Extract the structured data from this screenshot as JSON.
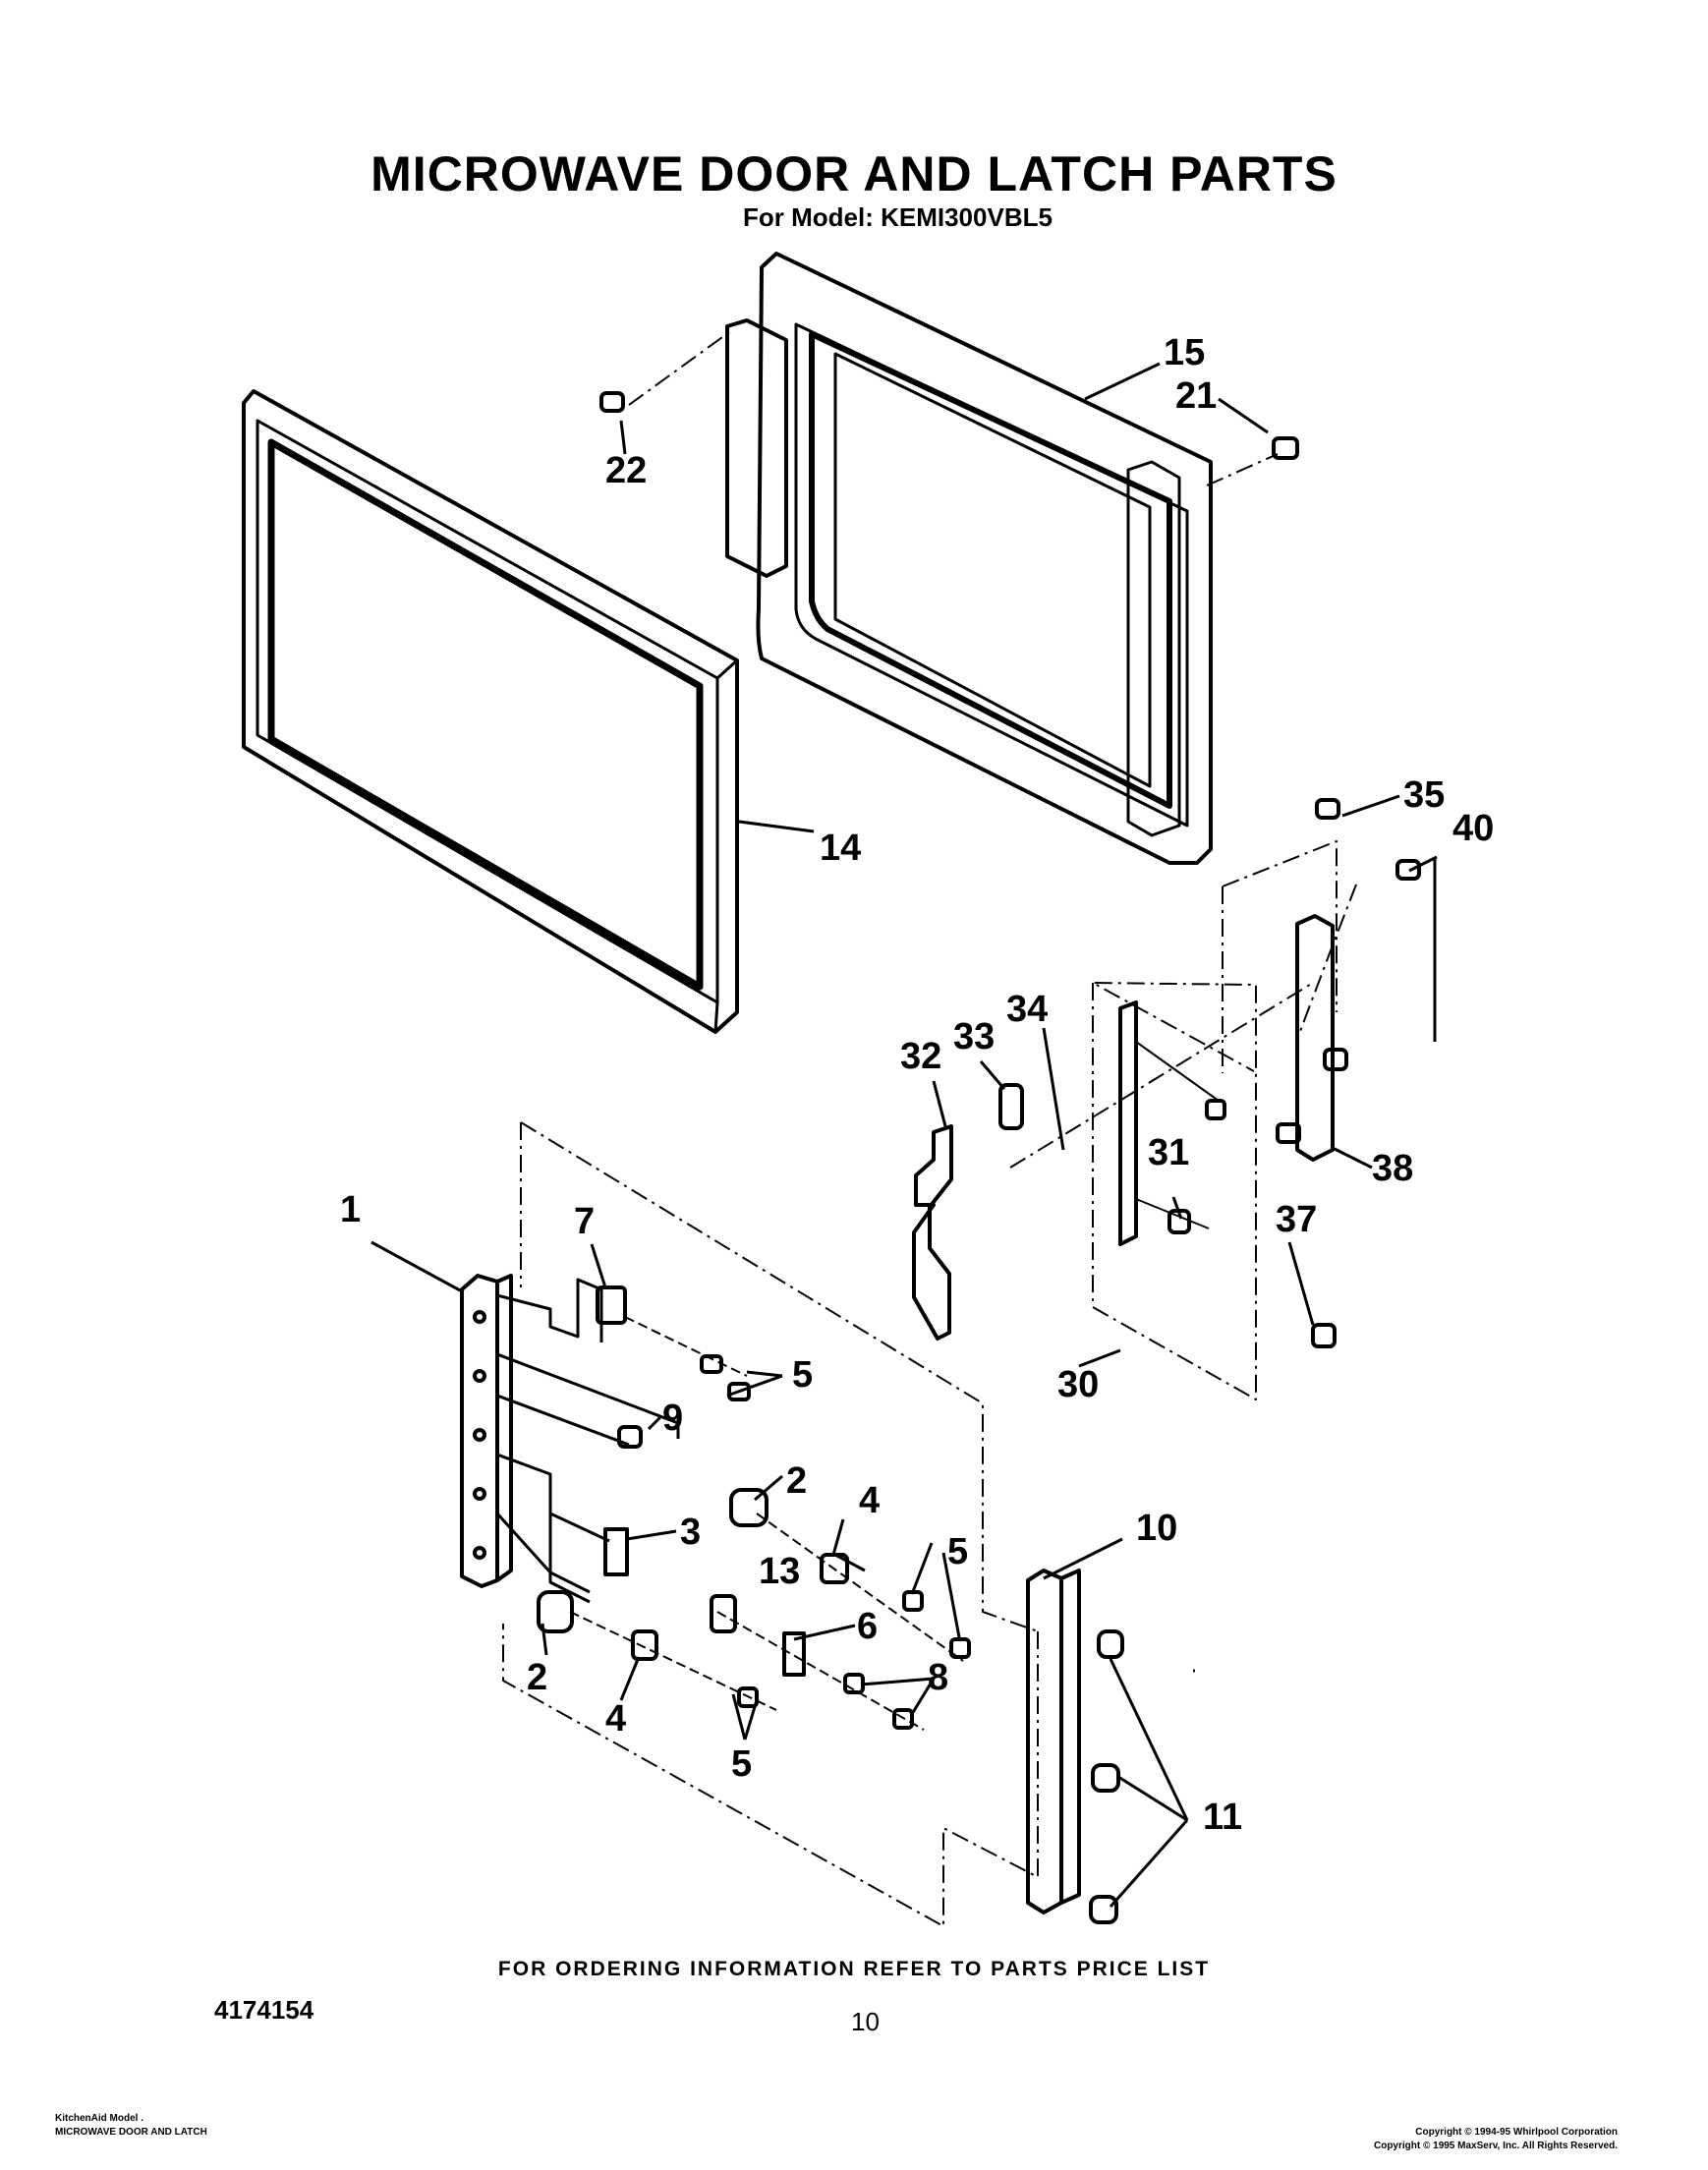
{
  "header": {
    "title": "MICROWAVE DOOR AND LATCH PARTS",
    "subtitle": "For Model: KEMI300VBL5"
  },
  "callouts": {
    "c1": "1",
    "c2a": "2",
    "c2b": "2",
    "c3": "3",
    "c4a": "4",
    "c4b": "4",
    "c5a": "5",
    "c5b": "5",
    "c5c": "5",
    "c6": "6",
    "c7": "7",
    "c8": "8",
    "c9": "9",
    "c10": "10",
    "c11": "11",
    "c13": "13",
    "c14": "14",
    "c15": "15",
    "c21": "21",
    "c22": "22",
    "c30": "30",
    "c31": "31",
    "c32": "32",
    "c33": "33",
    "c34": "34",
    "c35": "35",
    "c37": "37",
    "c38": "38",
    "c40": "40"
  },
  "footer": {
    "ordering_note": "FOR ORDERING INFORMATION REFER TO PARTS PRICE LIST",
    "doc_number": "4174154",
    "page_number": "10",
    "brand_line1": "KitchenAid Model .",
    "brand_line2": "MICROWAVE DOOR AND LATCH",
    "copyright1": "Copyright © 1994-95 Whirlpool Corporation",
    "copyright2": "Copyright © 1995 MaxServ, Inc.  All Rights Reserved."
  }
}
